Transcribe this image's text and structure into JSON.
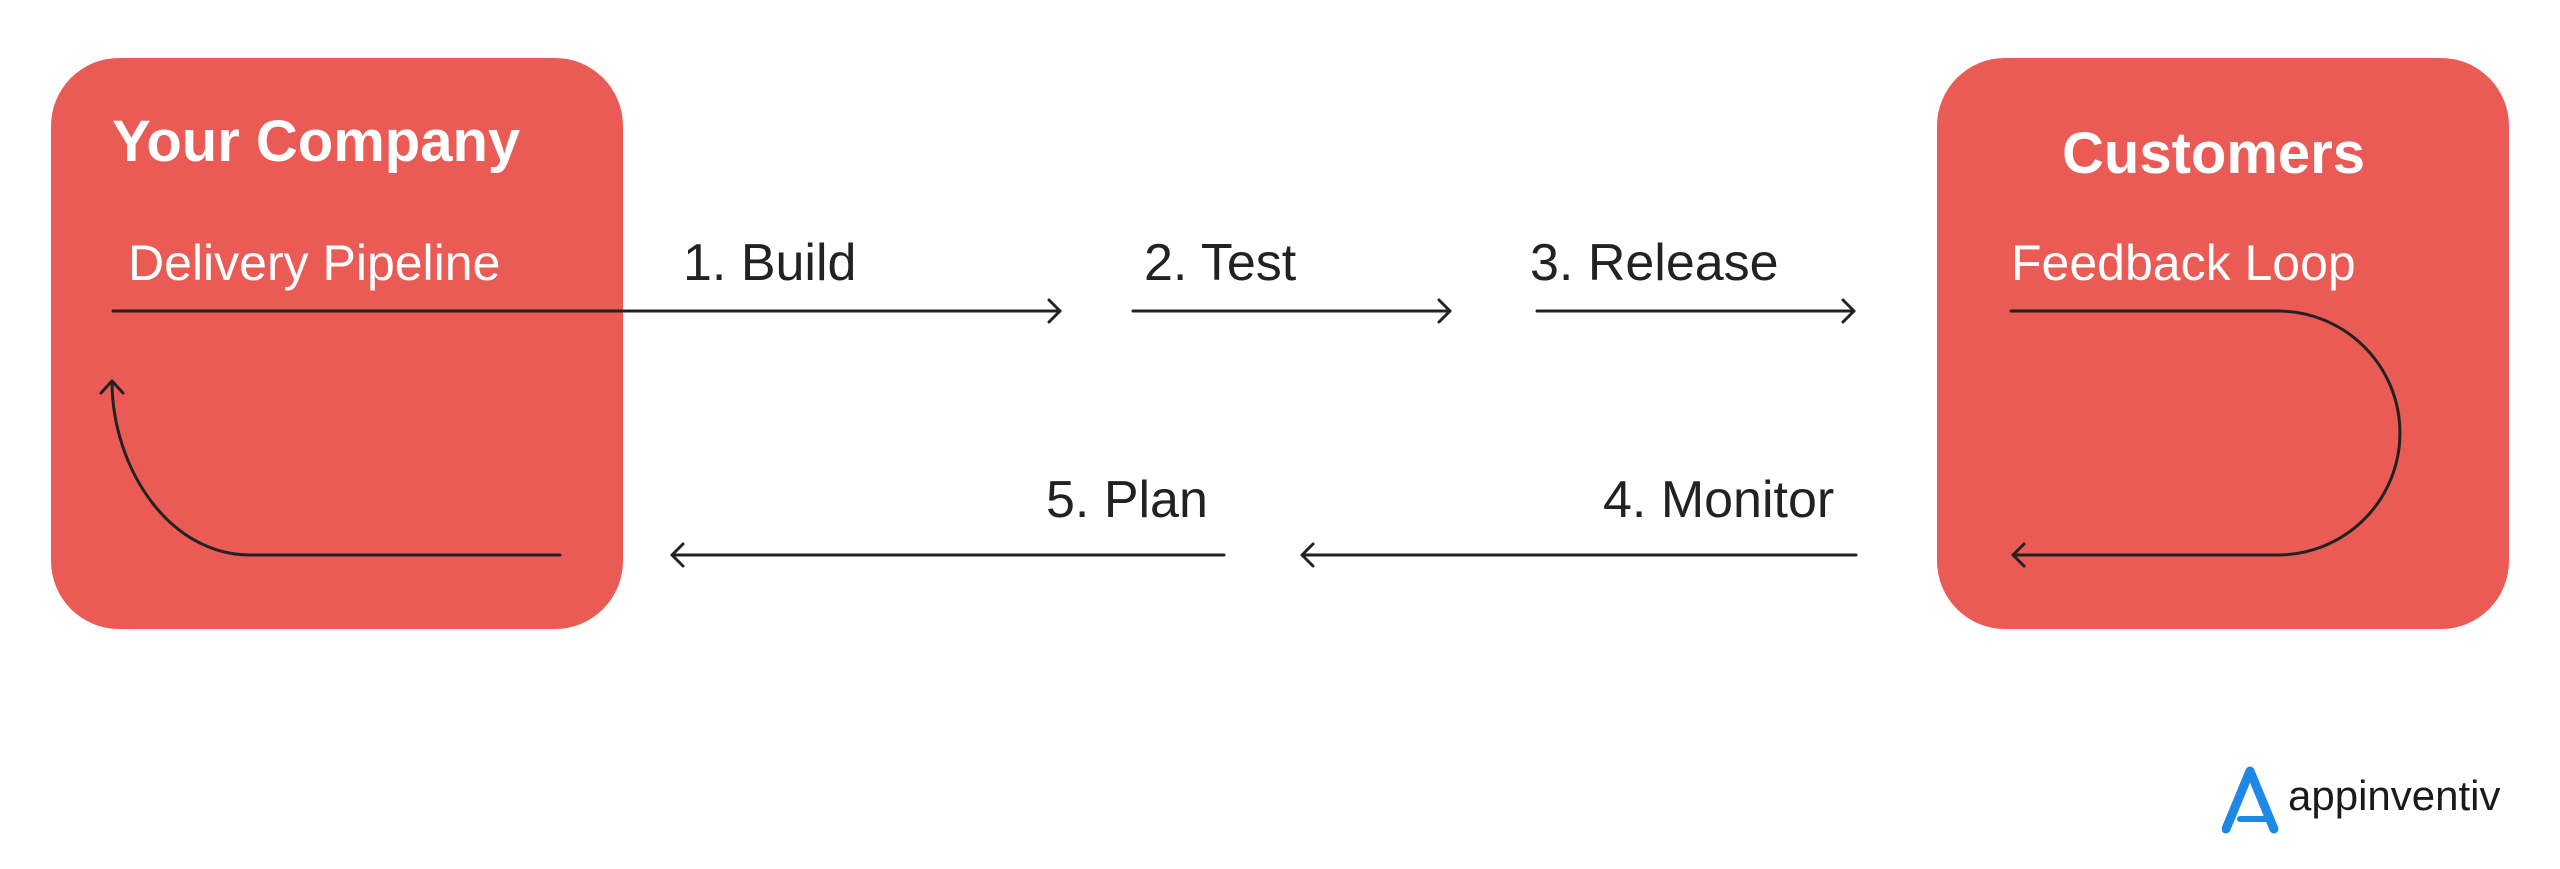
{
  "company": {
    "title": "Your Company",
    "subtitle": "Delivery Pipeline"
  },
  "customers": {
    "title": "Customers",
    "subtitle": "Feedback Loop"
  },
  "steps": [
    {
      "label": "1.  Build"
    },
    {
      "label": "2. Test"
    },
    {
      "label": "3. Release"
    },
    {
      "label": "4. Monitor"
    },
    {
      "label": "5. Plan"
    }
  ],
  "brand": {
    "name": "appinventiv",
    "logo_color": "#1E88E5"
  },
  "colors": {
    "box": "#EB5B55",
    "line": "#222222"
  }
}
